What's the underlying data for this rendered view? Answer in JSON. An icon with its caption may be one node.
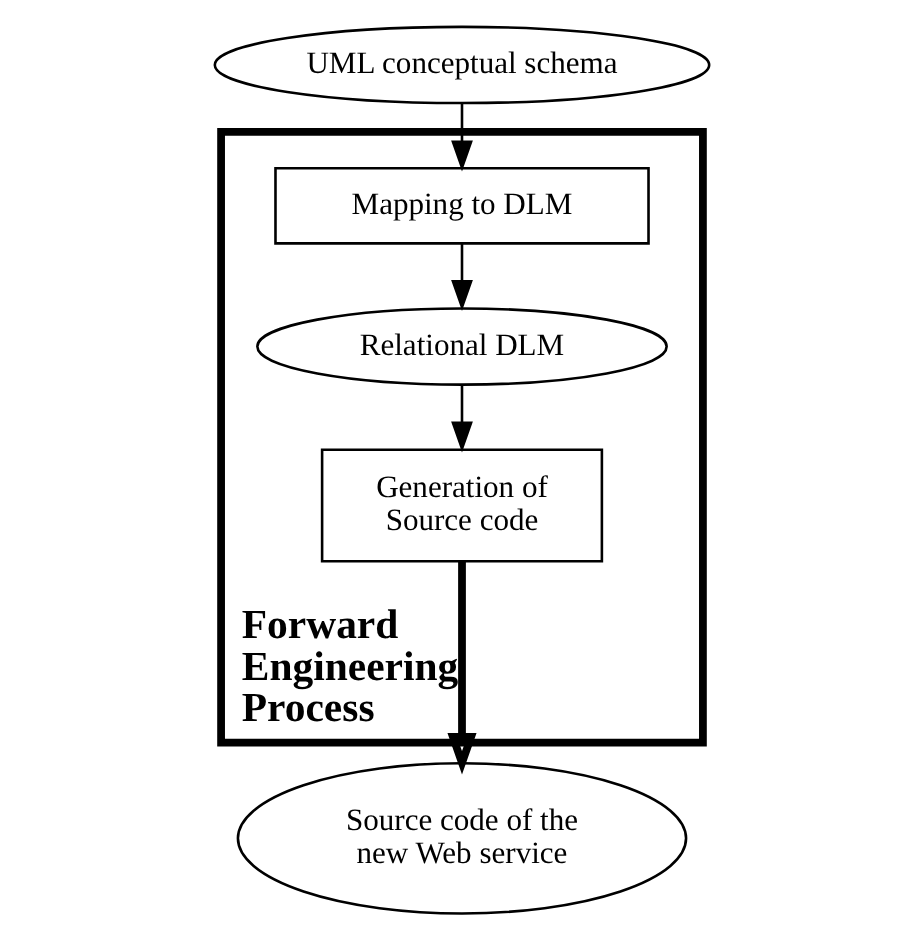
{
  "diagram": {
    "nodes": [
      {
        "text": [
          "UML conceptual schema"
        ]
      },
      {
        "text": [
          "Forward Engineering Process"
        ]
      },
      {
        "text": [
          "Mapping to DLM"
        ],
        "in": 1
      },
      {
        "text": [
          "Relational DLM"
        ],
        "in": 1
      },
      {
        "text": [
          "Generation of Source code"
        ],
        "in": 1
      },
      {
        "text": [
          "Source code of the new Web service"
        ]
      }
    ],
    "edges": [
      {
        "from": 0,
        "to": 2,
        "arrow": "to"
      },
      {
        "from": 2,
        "to": 3,
        "arrow": "to"
      },
      {
        "from": 3,
        "to": 4,
        "arrow": "to"
      },
      {
        "from": 4,
        "to": 5,
        "arrow": "to",
        "style": "thick"
      }
    ]
  }
}
